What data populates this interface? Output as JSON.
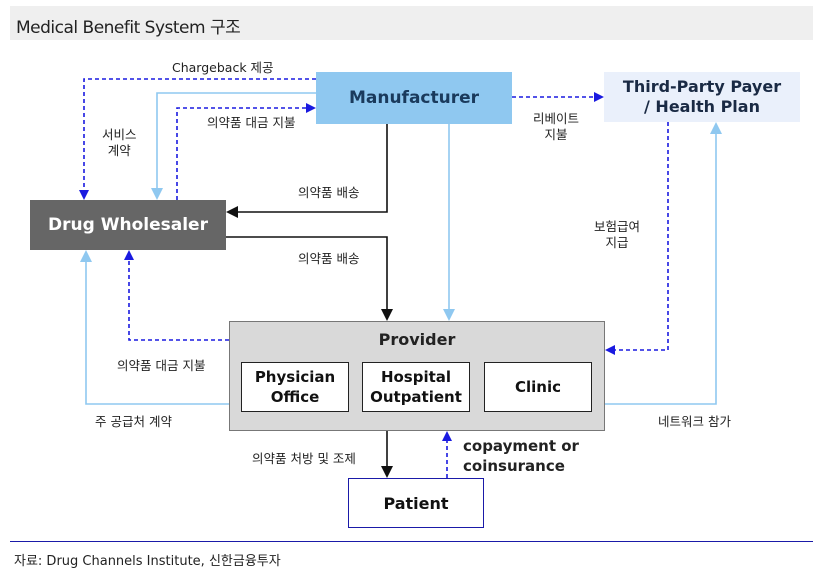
{
  "title": "Medical Benefit System 구조",
  "nodes": {
    "manufacturer": "Manufacturer",
    "tpp_line1": "Third-Party Payer",
    "tpp_line2": "/ Health Plan",
    "wholesaler": "Drug Wholesaler",
    "provider": "Provider",
    "physician_line1": "Physician",
    "physician_line2": "Office",
    "hospital_line1": "Hospital",
    "hospital_line2": "Outpatient",
    "clinic": "Clinic",
    "patient": "Patient"
  },
  "edge_labels": {
    "chargeback": "Chargeback 제공",
    "service_line1": "서비스",
    "service_line2": "계약",
    "drug_payment_top": "의약품 대금 지불",
    "rebate_line1": "리베이트",
    "rebate_line2": "지불",
    "drug_delivery_1": "의약품 배송",
    "drug_delivery_2": "의약품 배송",
    "insurance_line1": "보험급여",
    "insurance_line2": "지급",
    "drug_payment_bottom": "의약품 대금 지불",
    "main_supplier": "주 공급처 계약",
    "network": "네트워크 참가",
    "prescription": "의약품 처방 및 조제",
    "copay_line1": "copayment or",
    "copay_line2": "coinsurance"
  },
  "source": "자료: Drug Channels Institute, 신한금융투자",
  "colors": {
    "manufacturer_fill": "#8fc8f0",
    "tpp_fill": "#eaf0fb",
    "wholesaler_fill": "#666666",
    "provider_fill": "#d9d9d9",
    "dashed_arrow": "#1a1ae0",
    "light_arrow": "#8fc8f0",
    "solid_arrow": "#111111"
  }
}
